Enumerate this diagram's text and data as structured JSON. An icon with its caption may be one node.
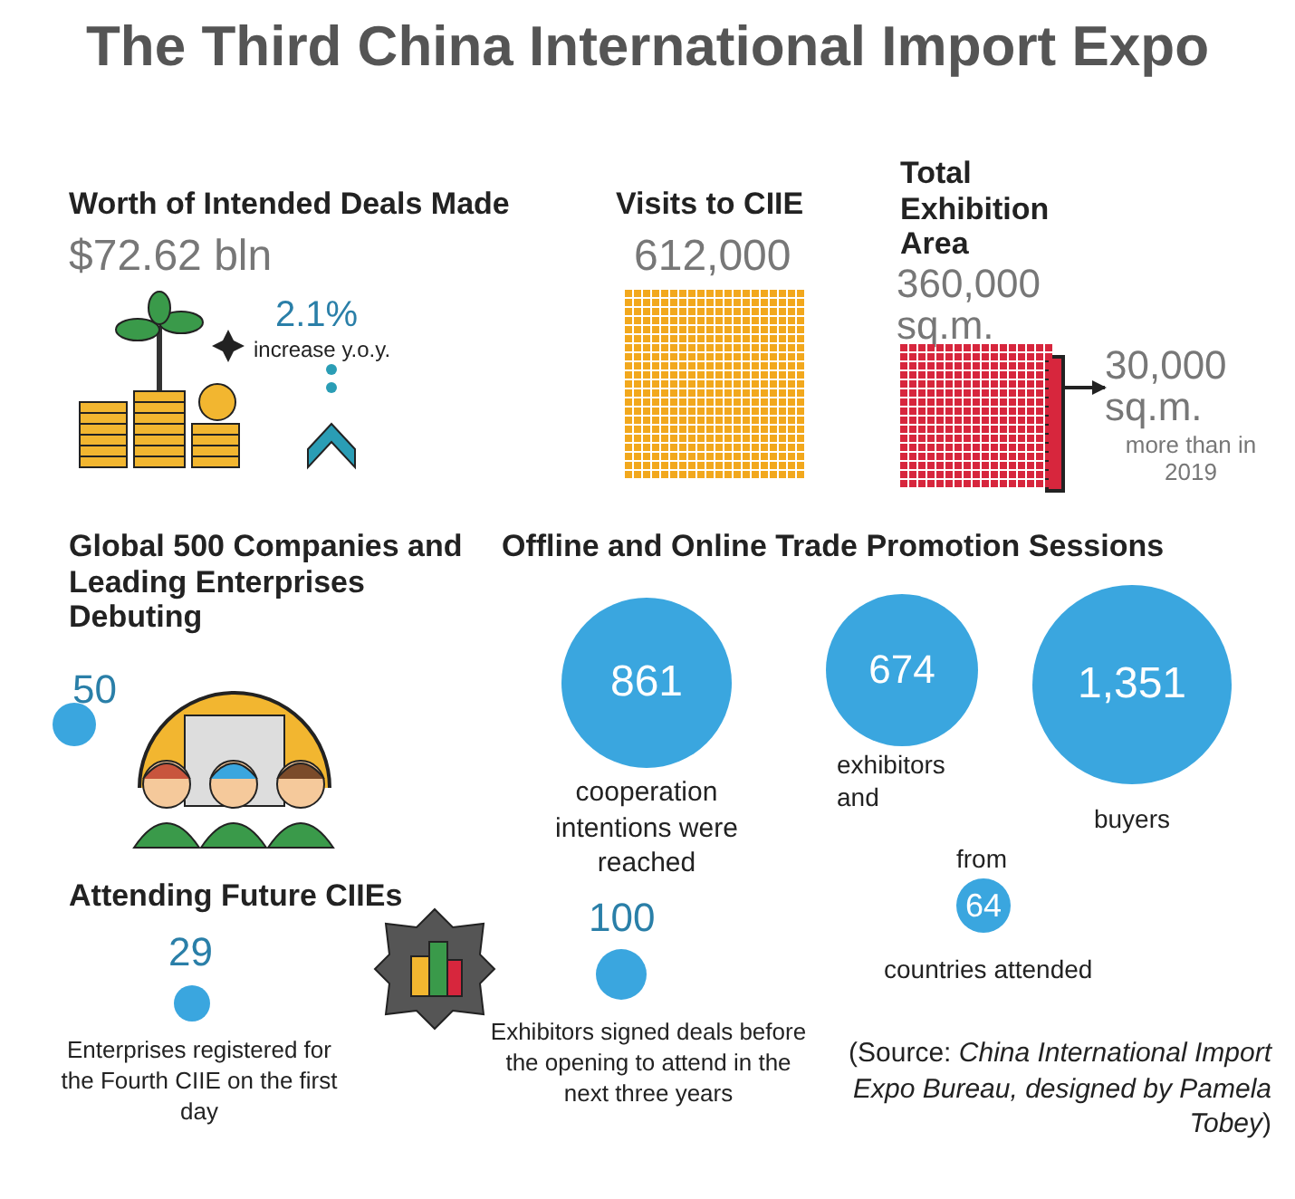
{
  "diagram": {
    "title": "The Third China International Import Expo",
    "caption": "(Source: *China International Import Expo Bureau, designed by Pamela Tobey*)",
    "nodes": [
      {
        "text": [
          "861"
        ],
        "beside": [
          "cooperation intentions were reached"
        ]
      },
      {
        "text": [
          "674"
        ],
        "beside": [
          "exhibitors and"
        ]
      },
      {
        "text": [
          "1,351"
        ],
        "beside": [
          "buyers"
        ]
      },
      {
        "text": [
          "64"
        ],
        "beside": [
          "from",
          "countries attended"
        ]
      },
      {
        "text": [],
        "shape": "box"
      },
      {
        "text": [
          "30,000 sq.m.",
          "more than in 2019"
        ]
      }
    ],
    "edges": [
      {
        "from": 4,
        "to": 5,
        "arrow": "to"
      }
    ],
    "labels": [
      "Worth of Intended Deals Made",
      "$72.62 bln",
      "2.1%",
      "increase y.o.y.",
      "Visits to CIIE",
      "612,000",
      "Total Exhibition Area",
      "360,000 sq.m.",
      "Global 500 Companies and Leading Enterprises Debuting",
      "50",
      "Offline and Online Trade Promotion Sessions",
      "Attending Future CIIEs",
      "29",
      "Enterprises registered for the Fourth CIIE on the first day",
      "100",
      "Exhibitors signed deals before the opening to attend in the next three years"
    ]
  }
}
